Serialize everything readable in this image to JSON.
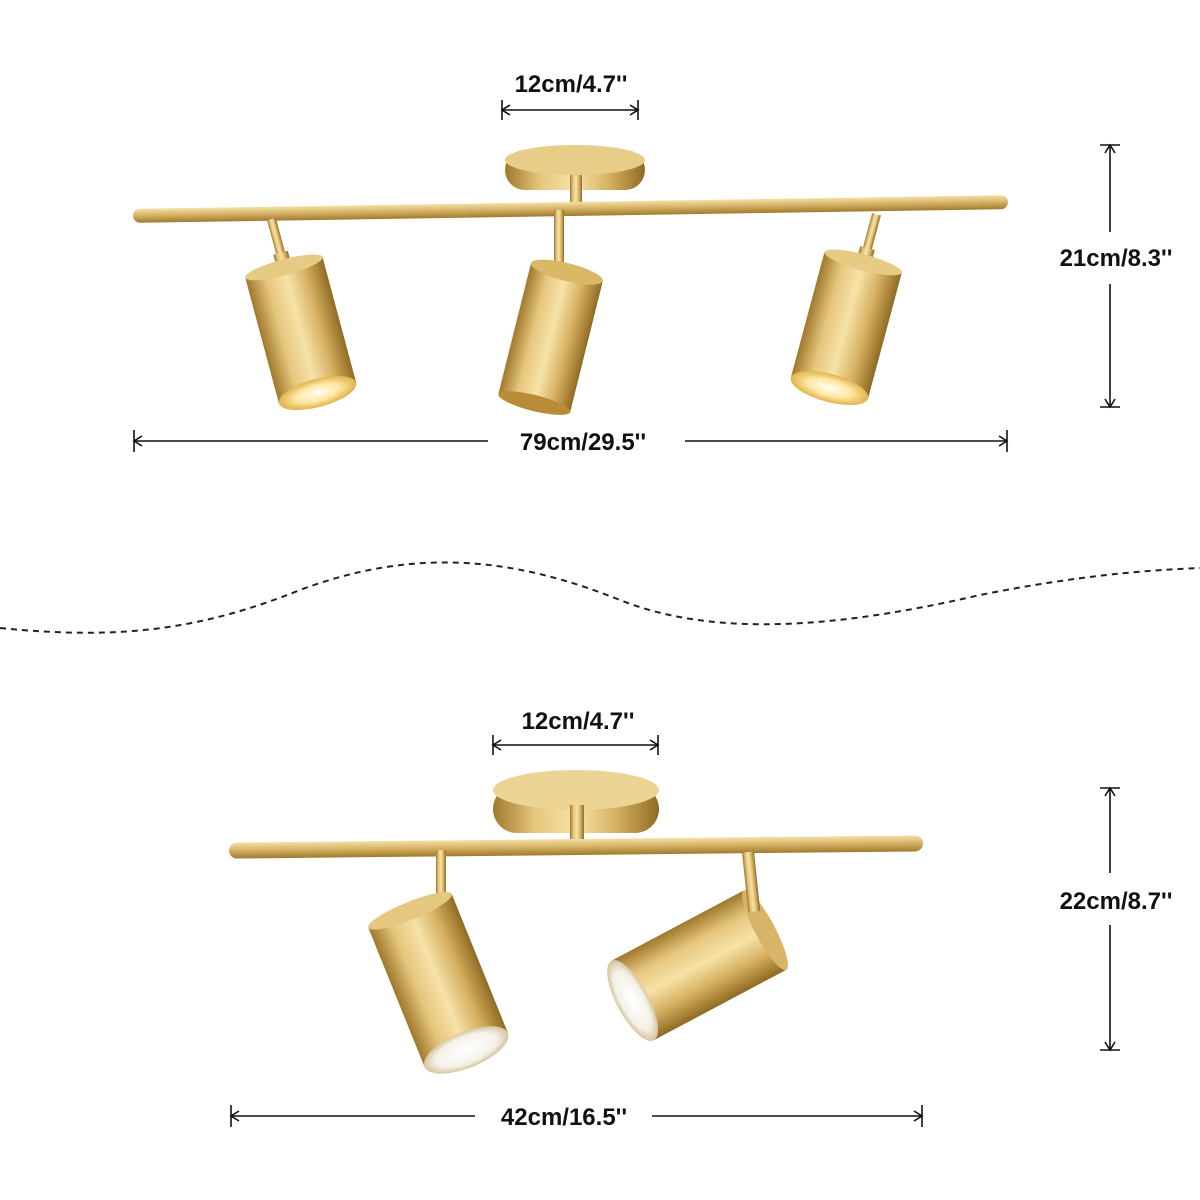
{
  "fixture_three_light": {
    "canopy_width": "12cm/4.7''",
    "height": "21cm/8.3''",
    "length": "79cm/29.5''"
  },
  "fixture_two_light": {
    "canopy_width": "12cm/4.7''",
    "height": "22cm/8.7''",
    "length": "42cm/16.5''"
  },
  "colors": {
    "brass_light": "#f3dc9b",
    "brass_mid": "#d7b465",
    "brass_dark": "#a57c2c",
    "dimension_line": "#111111"
  }
}
